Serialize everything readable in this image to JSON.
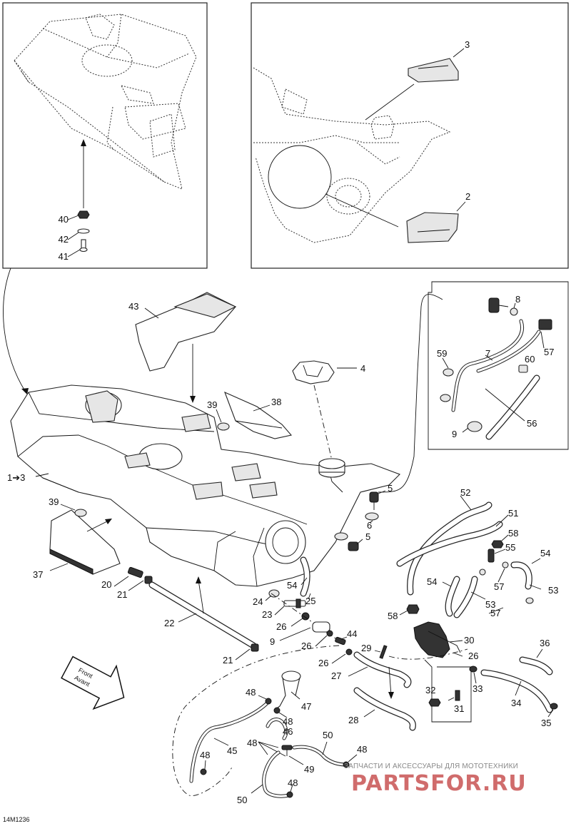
{
  "diagram_code": "14M1236",
  "front_arrow": {
    "line1": "Front",
    "line2": "Avant"
  },
  "watermark": {
    "tagline": "ЗАПЧАСТИ И АКСЕССУАРЫ ДЛЯ МОТОТЕХНИКИ",
    "logo_text": "PARTSFOR.RU"
  },
  "callouts": {
    "c1_3": "1➔3",
    "c2": "2",
    "c3": "3",
    "c4": "4",
    "c5a": "5",
    "c5b": "5",
    "c6": "6",
    "c7": "7",
    "c8": "8",
    "c9a": "9",
    "c9b": "9",
    "c20": "20",
    "c21a": "21",
    "c21b": "21",
    "c22": "22",
    "c23": "23",
    "c24": "24",
    "c25": "25",
    "c26a": "26",
    "c26b": "26",
    "c26c": "26",
    "c26d": "26",
    "c27": "27",
    "c28": "28",
    "c29": "29",
    "c30": "30",
    "c31": "31",
    "c32": "32",
    "c33": "33",
    "c34": "34",
    "c35": "35",
    "c36": "36",
    "c37": "37",
    "c38": "38",
    "c39a": "39",
    "c39b": "39",
    "c40": "40",
    "c41": "41",
    "c42": "42",
    "c43": "43",
    "c44": "44",
    "c45": "45",
    "c46": "46",
    "c47": "47",
    "c48a": "48",
    "c48b": "48",
    "c48c": "48",
    "c48d": "48",
    "c48e": "48",
    "c49": "49",
    "c50a": "50",
    "c50b": "50",
    "c51": "51",
    "c52": "52",
    "c53a": "53",
    "c53b": "53",
    "c54a": "54",
    "c54b": "54",
    "c54c": "54",
    "c55": "55",
    "c56": "56",
    "c57a": "57",
    "c57b": "57",
    "c57c": "57",
    "c58a": "58",
    "c58b": "58",
    "c59": "59",
    "c60": "60"
  }
}
